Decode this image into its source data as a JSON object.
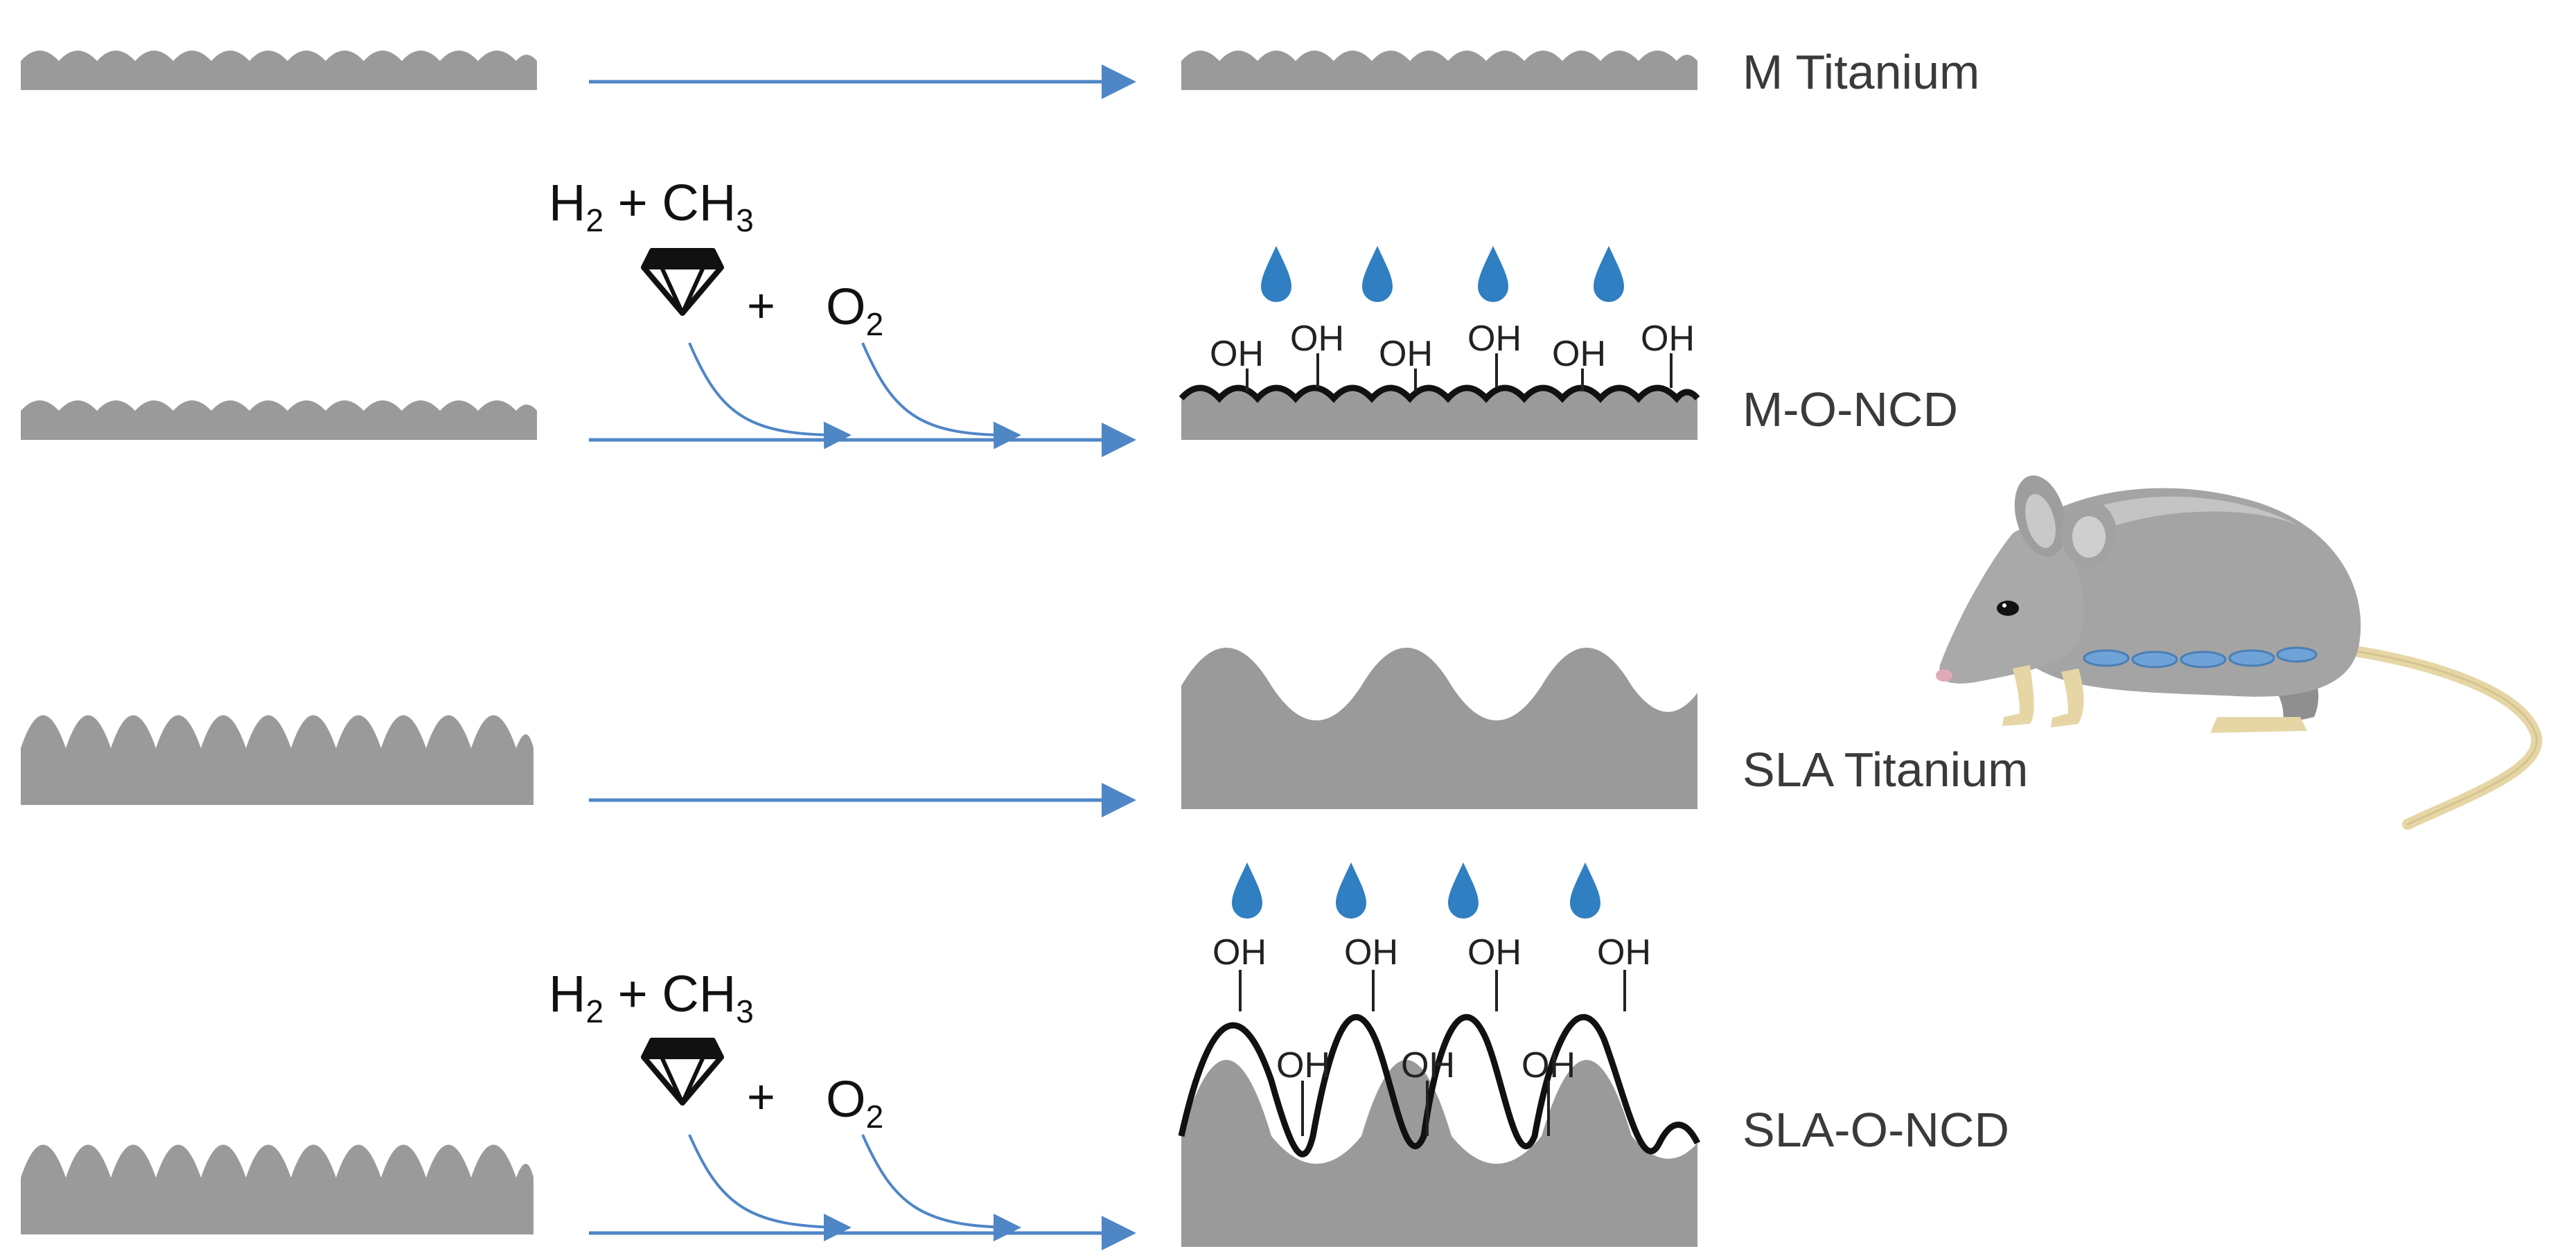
{
  "colors": {
    "substrate": "#9a9a9a",
    "arrow": "#4f86c6",
    "droplet": "#2f7fc2",
    "coating": "#111111",
    "label": "#3a3a3a"
  },
  "rows": [
    {
      "label": "M Titanium"
    },
    {
      "label": "M-O-NCD"
    },
    {
      "label": "SLA Titanium"
    },
    {
      "label": "SLA-O-NCD"
    }
  ],
  "reagents": {
    "gas_mix": {
      "h": "H",
      "h_sub": "2",
      "plus": " + CH",
      "ch_sub": "3"
    },
    "plus": "+",
    "oxygen": {
      "o": "O",
      "o_sub": "2"
    }
  },
  "hydroxyl": "OH",
  "icons": [
    "diamond-icon",
    "water-droplet-icon",
    "mouse-illustration"
  ]
}
